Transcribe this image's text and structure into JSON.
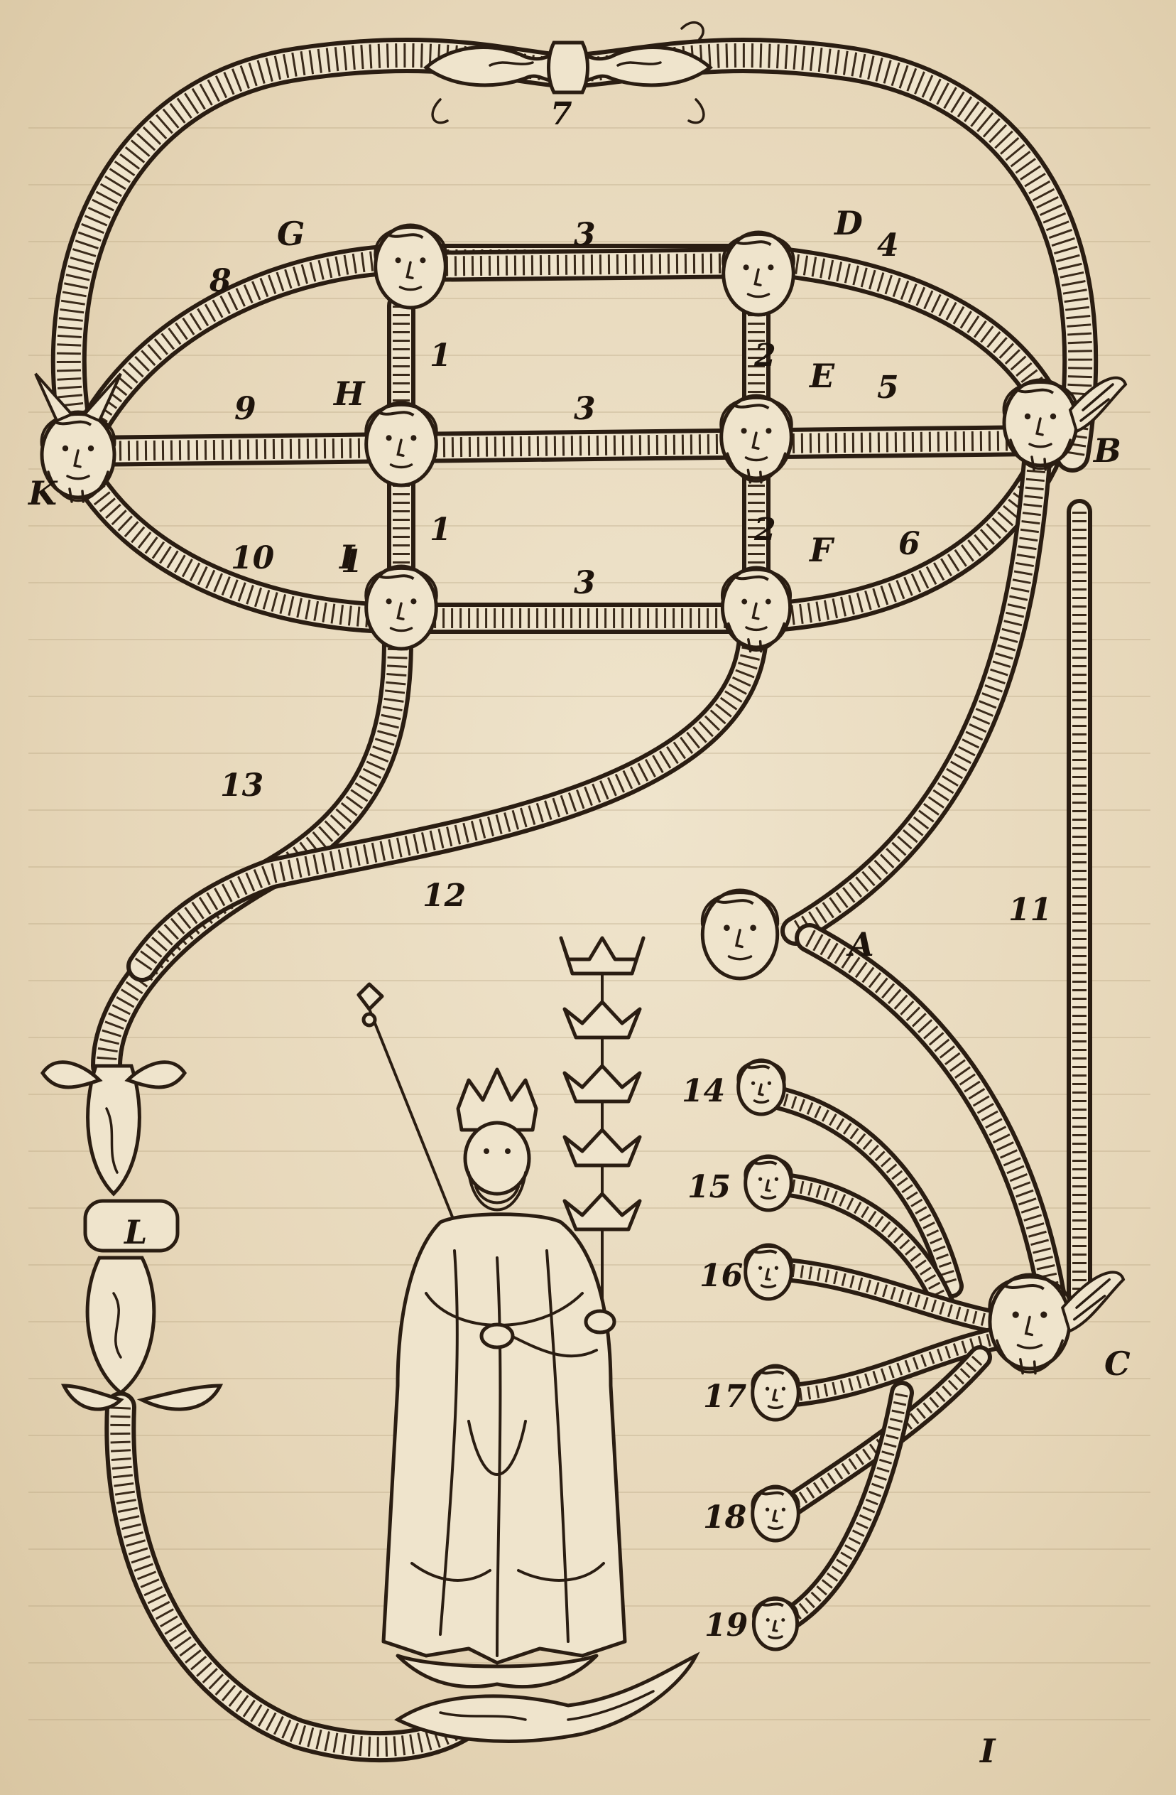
{
  "diagram": {
    "nodes": [
      {
        "id": "G",
        "label": "G"
      },
      {
        "id": "D",
        "label": "D"
      },
      {
        "id": "H",
        "label": "H"
      },
      {
        "id": "E",
        "label": "E"
      },
      {
        "id": "I",
        "label": "I"
      },
      {
        "id": "F",
        "label": "F"
      },
      {
        "id": "K",
        "label": "K"
      },
      {
        "id": "B",
        "label": "B"
      },
      {
        "id": "A",
        "label": "A"
      },
      {
        "id": "C",
        "label": "C"
      },
      {
        "id": "L",
        "label": "L"
      }
    ],
    "edge_labels": [
      "1",
      "1",
      "1",
      "2",
      "2",
      "3",
      "3",
      "3",
      "4",
      "5",
      "6",
      "7",
      "8",
      "9",
      "10",
      "11",
      "12",
      "13"
    ],
    "child_labels": [
      "14",
      "15",
      "16",
      "17",
      "18",
      "19"
    ],
    "page_number": "I"
  }
}
